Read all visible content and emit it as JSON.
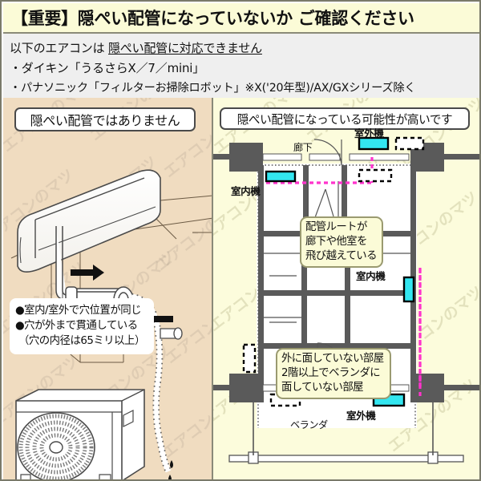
{
  "header": {
    "title": "【重要】隠ぺい配管になっていないか ご確認ください"
  },
  "subheader": {
    "line1_prefix": "以下のエアコンは ",
    "line1_underlined": "隠ぺい配管に対応できません",
    "line2": "・ダイキン「うるさらX／7／mini」",
    "line3": "・パナソニック「フィルターお掃除ロボット」※X('20年型)/AX/GXシリーズ除く"
  },
  "left_panel": {
    "caption": "隠ぺい配管ではありません",
    "bullets": [
      "●室内/室外で穴位置が同じ",
      "●穴が外まで貫通している",
      "（穴の内径は65ミリ以上）"
    ]
  },
  "right_panel": {
    "caption": "隠ぺい配管になっている可能性が高いです",
    "labels": {
      "corridor": "廊下",
      "outdoor_unit_top": "室外機",
      "indoor_unit_top": "室内機",
      "indoor_unit_mid": "室内機",
      "outdoor_unit_bottom": "室外機",
      "veranda": "ベランダ"
    },
    "callout_top": [
      "配管ルートが",
      "廊下や他室を",
      "飛び越えている"
    ],
    "callout_bottom": [
      "外に面していない部屋",
      "2階以上でベランダに",
      "面していない部屋"
    ]
  },
  "watermark": {
    "text": "エアコンのマツ"
  },
  "colors": {
    "header_bg": "#fbfbd7",
    "subheader_bg": "#efefef",
    "left_panel_bg": "#f0dcc0",
    "right_panel_bg": "#fcfcdc",
    "callout_bg": "#fbfbd7",
    "pipe_route": "#ff33cc",
    "unit_highlight": "#33e6f0",
    "wall": "#5a5a5a"
  }
}
